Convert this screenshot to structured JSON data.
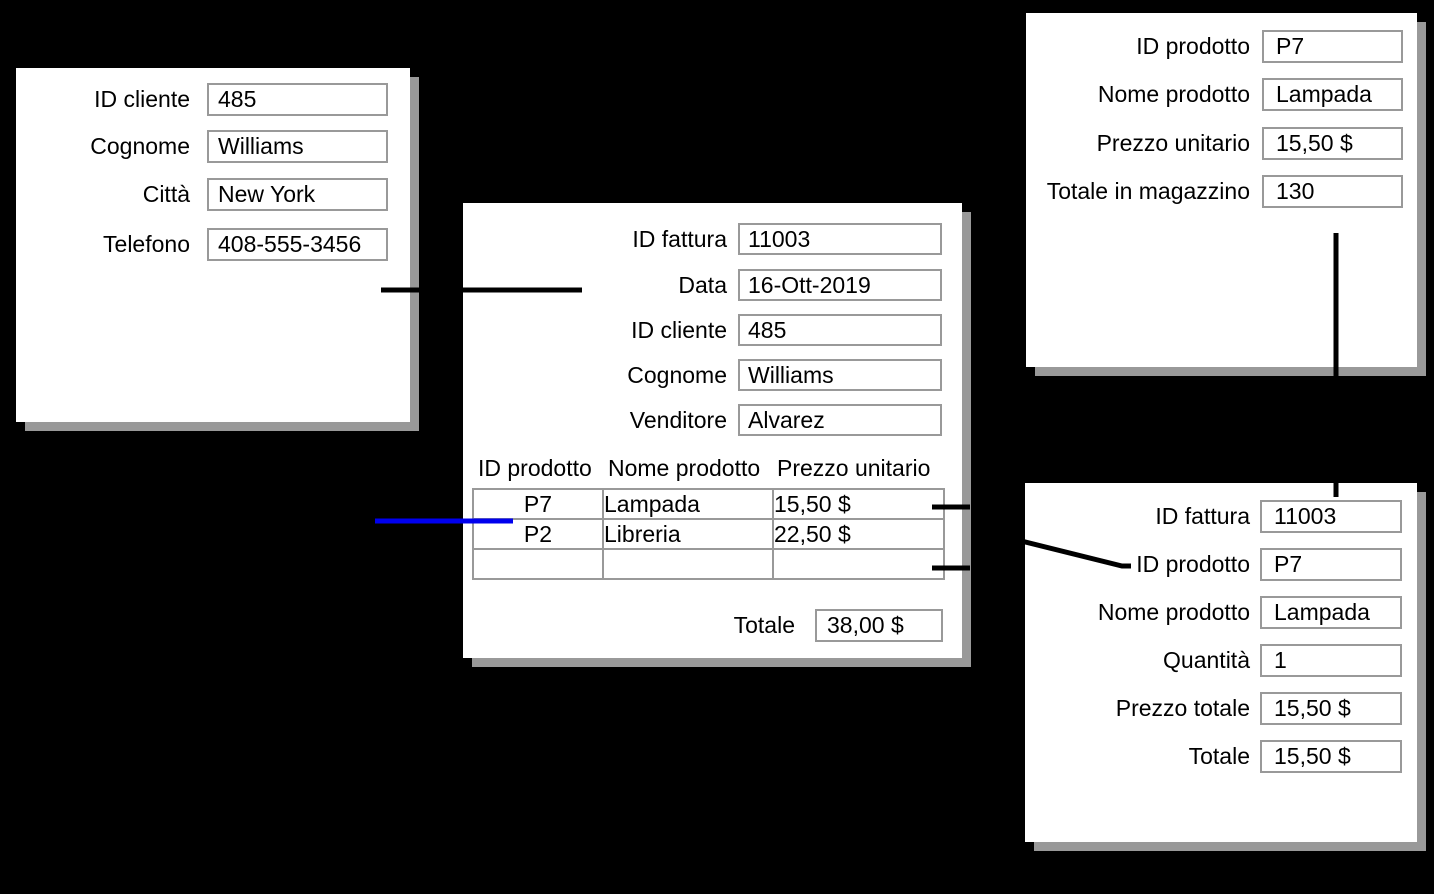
{
  "colors": {
    "background": "#000000",
    "card": "#ffffff",
    "shadow": "#999999",
    "box_border": "#999999",
    "text": "#000000",
    "connector": "#000000",
    "highlight_connector": "#0000ee"
  },
  "cards": {
    "customer": {
      "fields": [
        {
          "label": "ID cliente",
          "value": "485"
        },
        {
          "label": "Cognome",
          "value": "Williams"
        },
        {
          "label": "Città",
          "value": "New York"
        },
        {
          "label": "Telefono",
          "value": "408-555-3456"
        }
      ]
    },
    "invoice": {
      "fields": [
        {
          "label": "ID fattura",
          "value": "11003"
        },
        {
          "label": "Data",
          "value": "16-Ott-2019"
        },
        {
          "label": "ID cliente",
          "value": "485"
        },
        {
          "label": "Cognome",
          "value": "Williams"
        },
        {
          "label": "Venditore",
          "value": "Alvarez"
        }
      ],
      "items_table": {
        "headers": [
          "ID prodotto",
          "Nome prodotto",
          "Prezzo unitario"
        ],
        "rows": [
          [
            "P7",
            "Lampada",
            "15,50 $"
          ],
          [
            "P2",
            "Libreria",
            "22,50 $"
          ],
          [
            "",
            "",
            ""
          ]
        ]
      },
      "total": {
        "label": "Totale",
        "value": "38,00 $"
      }
    },
    "product": {
      "fields": [
        {
          "label": "ID prodotto",
          "value": "P7"
        },
        {
          "label": "Nome prodotto",
          "value": "Lampada"
        },
        {
          "label": "Prezzo unitario",
          "value": "15,50 $"
        },
        {
          "label": "Totale in magazzino",
          "value": "130"
        }
      ]
    },
    "invoice_line": {
      "fields": [
        {
          "label": "ID fattura",
          "value": "11003"
        },
        {
          "label": "ID prodotto",
          "value": "P7"
        },
        {
          "label": "Nome prodotto",
          "value": "Lampada"
        },
        {
          "label": "Quantità",
          "value": "1"
        },
        {
          "label": "Prezzo totale",
          "value": "15,50 $"
        },
        {
          "label": "Totale",
          "value": "15,50 $"
        }
      ]
    }
  }
}
